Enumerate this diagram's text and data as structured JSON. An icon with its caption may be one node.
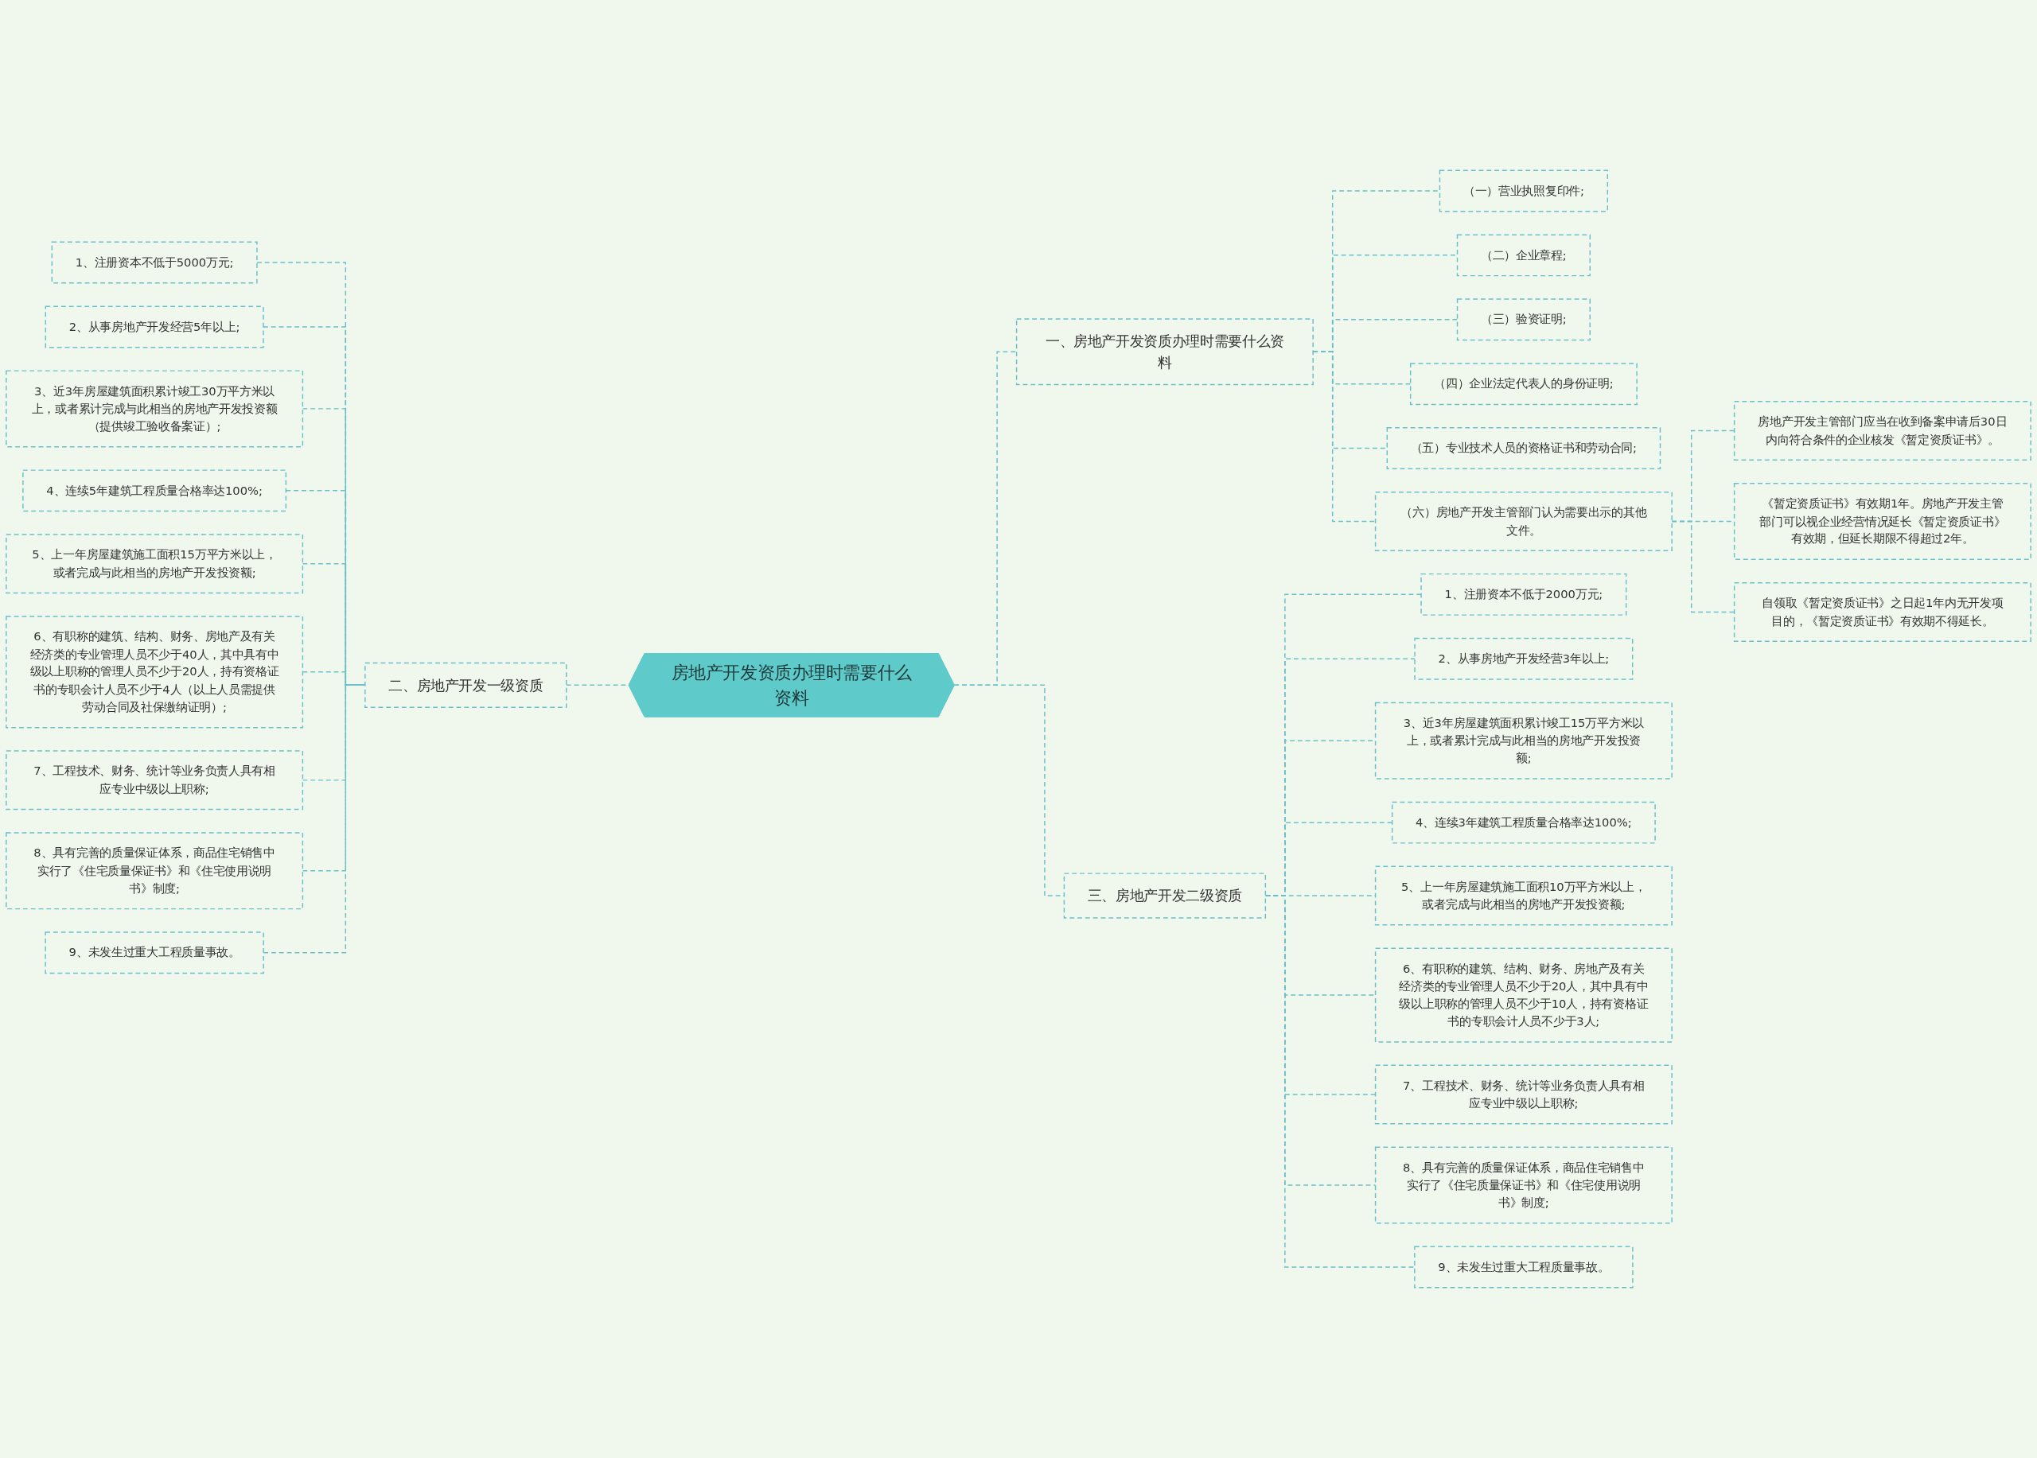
{
  "diagram": {
    "nodes": [
      {
        "text": [
          "房地产开发资质办理时需要什么资料"
        ]
      },
      {
        "text": [
          "一、房地产开发资质办理时需要什么资料"
        ]
      },
      {
        "text": [
          "（一）营业执照复印件;"
        ]
      },
      {
        "text": [
          "（二）企业章程;"
        ]
      },
      {
        "text": [
          "（三）验资证明;"
        ]
      },
      {
        "text": [
          "（四）企业法定代表人的身份证明;"
        ]
      },
      {
        "text": [
          "（五）专业技术人员的资格证书和劳动合同;"
        ]
      },
      {
        "text": [
          "（六）房地产开发主管部门认为需要出示的其他文件。"
        ]
      },
      {
        "text": [
          "房地产开发主管部门应当在收到备案申请后30日内向符合条件的企业核发《暂定资质证书》。"
        ]
      },
      {
        "text": [
          "《暂定资质证书》有效期1年。房地产开发主管部门可以视企业经营情况延长《暂定资质证书》有效期，但延长期限不得超过2年。"
        ]
      },
      {
        "text": [
          "自领取《暂定资质证书》之日起1年内无开发项目的，《暂定资质证书》有效期不得延长。"
        ]
      },
      {
        "text": [
          "二、房地产开发一级资质"
        ]
      },
      {
        "text": [
          "1、注册资本不低于5000万元;"
        ]
      },
      {
        "text": [
          "2、从事房地产开发经营5年以上;"
        ]
      },
      {
        "text": [
          "3、近3年房屋建筑面积累计竣工30万平方米以上，或者累计完成与此相当的房地产开发投资额（提供竣工验收备案证）;"
        ]
      },
      {
        "text": [
          "4、连续5年建筑工程质量合格率达100%;"
        ]
      },
      {
        "text": [
          "5、上一年房屋建筑施工面积15万平方米以上，或者完成与此相当的房地产开发投资额;"
        ]
      },
      {
        "text": [
          "6、有职称的建筑、结构、财务、房地产及有关经济类的专业管理人员不少于40人，其中具有中级以上职称的管理人员不少于20人，持有资格证书的专职会计人员不少于4人（以上人员需提供劳动合同及社保缴纳证明）;"
        ]
      },
      {
        "text": [
          "7、工程技术、财务、统计等业务负责人具有相应专业中级以上职称;"
        ]
      },
      {
        "text": [
          "8、具有完善的质量保证体系，商品住宅销售中实行了《住宅质量保证书》和《住宅使用说明书》制度;"
        ]
      },
      {
        "text": [
          "9、未发生过重大工程质量事故。"
        ]
      },
      {
        "text": [
          "三、房地产开发二级资质"
        ]
      },
      {
        "text": [
          "1、注册资本不低于2000万元;"
        ]
      },
      {
        "text": [
          "2、从事房地产开发经营3年以上;"
        ]
      },
      {
        "text": [
          "3、近3年房屋建筑面积累计竣工15万平方米以上，或者累计完成与此相当的房地产开发投资额;"
        ]
      },
      {
        "text": [
          "4、连续3年建筑工程质量合格率达100%;"
        ]
      },
      {
        "text": [
          "5、上一年房屋建筑施工面积10万平方米以上，或者完成与此相当的房地产开发投资额;"
        ]
      },
      {
        "text": [
          "6、有职称的建筑、结构、财务、房地产及有关经济类的专业管理人员不少于20人，其中具有中级以上职称的管理人员不少于10人，持有资格证书的专职会计人员不少于3人;"
        ]
      },
      {
        "text": [
          "7、工程技术、财务、统计等业务负责人具有相应专业中级以上职称;"
        ]
      },
      {
        "text": [
          "8、具有完善的质量保证体系，商品住宅销售中实行了《住宅质量保证书》和《住宅使用说明书》制度;"
        ]
      },
      {
        "text": [
          "9、未发生过重大工程质量事故。"
        ]
      }
    ],
    "edges": [
      {
        "from": 0,
        "to": 1,
        "arrow": "none"
      },
      {
        "from": 1,
        "to": 2,
        "arrow": "none"
      },
      {
        "from": 1,
        "to": 3,
        "arrow": "none"
      },
      {
        "from": 1,
        "to": 4,
        "arrow": "none"
      },
      {
        "from": 1,
        "to": 5,
        "arrow": "none"
      },
      {
        "from": 1,
        "to": 6,
        "arrow": "none"
      },
      {
        "from": 1,
        "to": 7,
        "arrow": "none"
      },
      {
        "from": 7,
        "to": 8,
        "arrow": "none"
      },
      {
        "from": 7,
        "to": 9,
        "arrow": "none"
      },
      {
        "from": 7,
        "to": 10,
        "arrow": "none"
      },
      {
        "from": 11,
        "to": 0,
        "arrow": "none"
      },
      {
        "from": 12,
        "to": 11,
        "arrow": "none"
      },
      {
        "from": 13,
        "to": 11,
        "arrow": "none"
      },
      {
        "from": 14,
        "to": 11,
        "arrow": "none"
      },
      {
        "from": 15,
        "to": 11,
        "arrow": "none"
      },
      {
        "from": 16,
        "to": 11,
        "arrow": "none"
      },
      {
        "from": 17,
        "to": 11,
        "arrow": "none"
      },
      {
        "from": 18,
        "to": 11,
        "arrow": "none"
      },
      {
        "from": 19,
        "to": 11,
        "arrow": "none"
      },
      {
        "from": 20,
        "to": 11,
        "arrow": "none"
      },
      {
        "from": 0,
        "to": 21,
        "arrow": "none"
      },
      {
        "from": 21,
        "to": 22,
        "arrow": "none"
      },
      {
        "from": 21,
        "to": 23,
        "arrow": "none"
      },
      {
        "from": 21,
        "to": 24,
        "arrow": "none"
      },
      {
        "from": 21,
        "to": 25,
        "arrow": "none"
      },
      {
        "from": 21,
        "to": 26,
        "arrow": "none"
      },
      {
        "from": 21,
        "to": 27,
        "arrow": "none"
      },
      {
        "from": 21,
        "to": 28,
        "arrow": "none"
      },
      {
        "from": 21,
        "to": 29,
        "arrow": "none"
      },
      {
        "from": 21,
        "to": 30,
        "arrow": "none"
      }
    ]
  }
}
